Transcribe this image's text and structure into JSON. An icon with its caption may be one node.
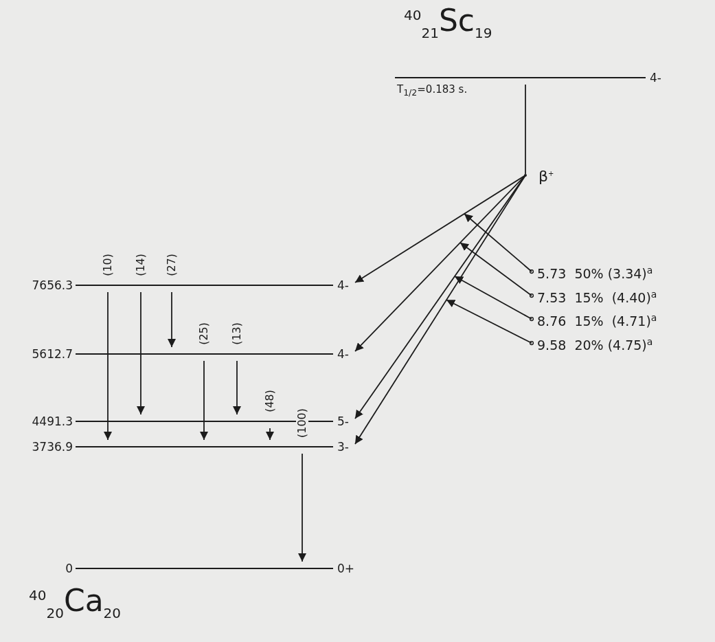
{
  "diagram": {
    "nodes": [
      {
        "text": [
          "4-"
        ],
        "beside": [
          "T$_{1/2}$=0.183 s."
        ]
      },
      {
        "text": [],
        "shape": "dot"
      },
      {
        "text": [
          "7656.3",
          "4-"
        ]
      },
      {
        "text": [
          "5612.7",
          "4-"
        ]
      },
      {
        "text": [
          "4491.3",
          "5-"
        ]
      },
      {
        "text": [
          "3736.9",
          "3-"
        ]
      },
      {
        "text": [
          "0",
          "0+"
        ]
      },
      {
        "text": [
          "5.73  50% (3.34)$^{a}$"
        ]
      },
      {
        "text": [
          "7.53  15%  (4.40)$^{a}$"
        ]
      },
      {
        "text": [
          "8.76  15%  (4.71)$^{a}$"
        ]
      },
      {
        "text": [
          "9.58  20% (4.75)$^{a}$"
        ]
      }
    ],
    "edges": [
      {
        "from": 2,
        "to": 5,
        "arrow": "to",
        "label": "(10)"
      },
      {
        "from": 2,
        "to": 4,
        "arrow": "to",
        "label": "(14)"
      },
      {
        "from": 2,
        "to": 3,
        "arrow": "to",
        "label": "(27)"
      },
      {
        "from": 3,
        "to": 5,
        "arrow": "to",
        "label": "(25)"
      },
      {
        "from": 3,
        "to": 4,
        "arrow": "to",
        "label": "(13)"
      },
      {
        "from": 4,
        "to": 5,
        "arrow": "to",
        "label": "(48)"
      },
      {
        "from": 5,
        "to": 6,
        "arrow": "to",
        "label": "(100)"
      },
      {
        "from": 0,
        "to": 1,
        "arrow": "none"
      },
      {
        "from": 1,
        "to": 2,
        "arrow": "to"
      },
      {
        "from": 1,
        "to": 3,
        "arrow": "to"
      },
      {
        "from": 1,
        "to": 4,
        "arrow": "to"
      },
      {
        "from": 1,
        "to": 5,
        "arrow": "to"
      },
      {
        "from": 7,
        "to": null,
        "arrow": "to"
      },
      {
        "from": 8,
        "to": null,
        "arrow": "to"
      },
      {
        "from": 9,
        "to": null,
        "arrow": "to"
      },
      {
        "from": 10,
        "to": null,
        "arrow": "to"
      }
    ],
    "labels": [
      "$^{40}$$_{21}$Sc$_{19}$",
      "β$^{+}$",
      "$^{40}$$_{20}$Ca$_{20}$"
    ]
  }
}
